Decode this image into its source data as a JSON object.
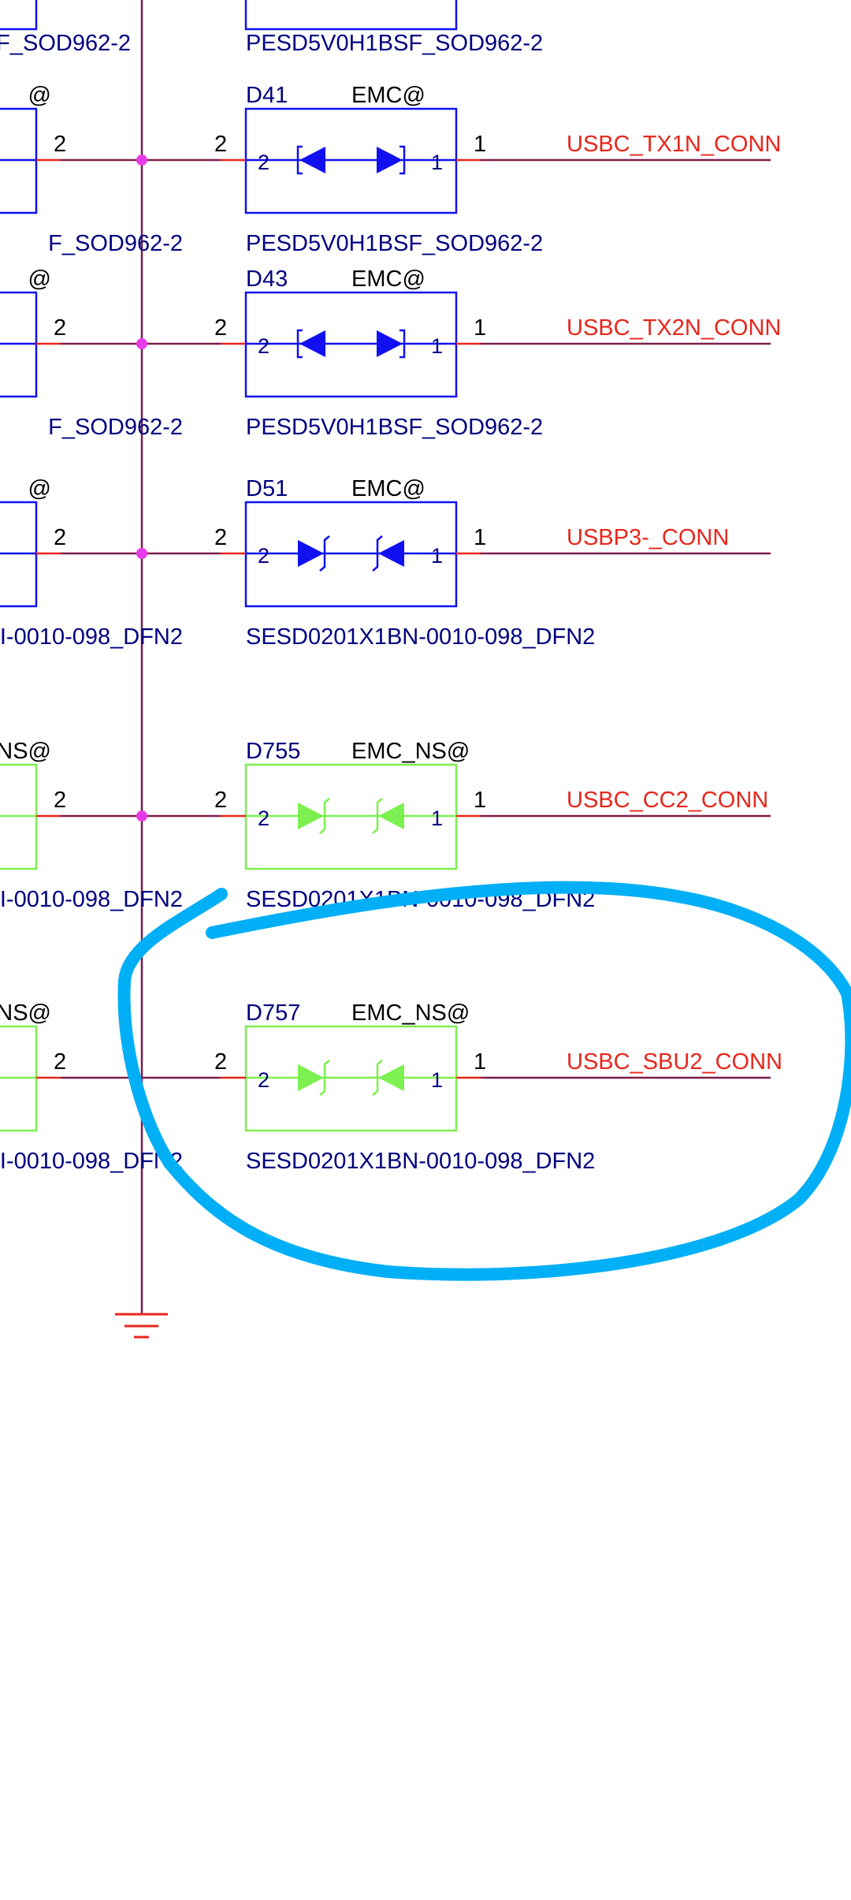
{
  "colors": {
    "wire": "#7b1d4a",
    "pin_stub": "#e8261c",
    "junction": "#e63be6",
    "tvs_fitted": "#1010f0",
    "tvs_not_fitted": "#7cf050",
    "designator_text": "#000080",
    "net_label": "#e8261c",
    "annotation": "#00aff5"
  },
  "top_partial": {
    "left_part": "F_SOD962-2",
    "right_part": "PESD5V0H1BSF_SOD962-2"
  },
  "rows": [
    {
      "designator": "D41",
      "variant": "EMC@",
      "left_variant": "@",
      "outer_pin_left": "2",
      "outer_pin_right": "2",
      "pin_out_1": "1",
      "inner_pin_2": "2",
      "inner_pin_1": "1",
      "net": "USBC_TX1N_CONN",
      "part": "PESD5V0H1BSF_SOD962-2",
      "left_part": "F_SOD962-2",
      "fitted": true,
      "symbol": "bidirectional",
      "junction": true
    },
    {
      "designator": "D43",
      "variant": "EMC@",
      "left_variant": "@",
      "outer_pin_left": "2",
      "outer_pin_right": "2",
      "pin_out_1": "1",
      "inner_pin_2": "2",
      "inner_pin_1": "1",
      "net": "USBC_TX2N_CONN",
      "part": "PESD5V0H1BSF_SOD962-2",
      "left_part": "F_SOD962-2",
      "fitted": true,
      "symbol": "bidirectional",
      "junction": true
    },
    {
      "designator": "D51",
      "variant": "EMC@",
      "left_variant": "@",
      "outer_pin_left": "2",
      "outer_pin_right": "2",
      "pin_out_1": "1",
      "inner_pin_2": "2",
      "inner_pin_1": "1",
      "net": "USBP3-_CONN",
      "part": "SESD0201X1BN-0010-098_DFN2",
      "left_part": "I-0010-098_DFN2",
      "fitted": true,
      "symbol": "zener",
      "junction": true
    },
    {
      "designator": "D755",
      "variant": "EMC_NS@",
      "left_variant": "NS@",
      "outer_pin_left": "2",
      "outer_pin_right": "2",
      "pin_out_1": "1",
      "inner_pin_2": "2",
      "inner_pin_1": "1",
      "net": "USBC_CC2_CONN",
      "part": "SESD0201X1BN-0010-098_DFN2",
      "left_part": "I-0010-098_DFN2",
      "fitted": false,
      "symbol": "zener",
      "junction": true
    },
    {
      "designator": "D757",
      "variant": "EMC_NS@",
      "left_variant": "NS@",
      "outer_pin_left": "2",
      "outer_pin_right": "2",
      "pin_out_1": "1",
      "inner_pin_2": "2",
      "inner_pin_1": "1",
      "net": "USBC_SBU2_CONN",
      "part": "SESD0201X1BN-0010-098_DFN2",
      "left_part": "I-0010-098_DFN2",
      "fitted": false,
      "symbol": "zener",
      "junction": false
    }
  ]
}
